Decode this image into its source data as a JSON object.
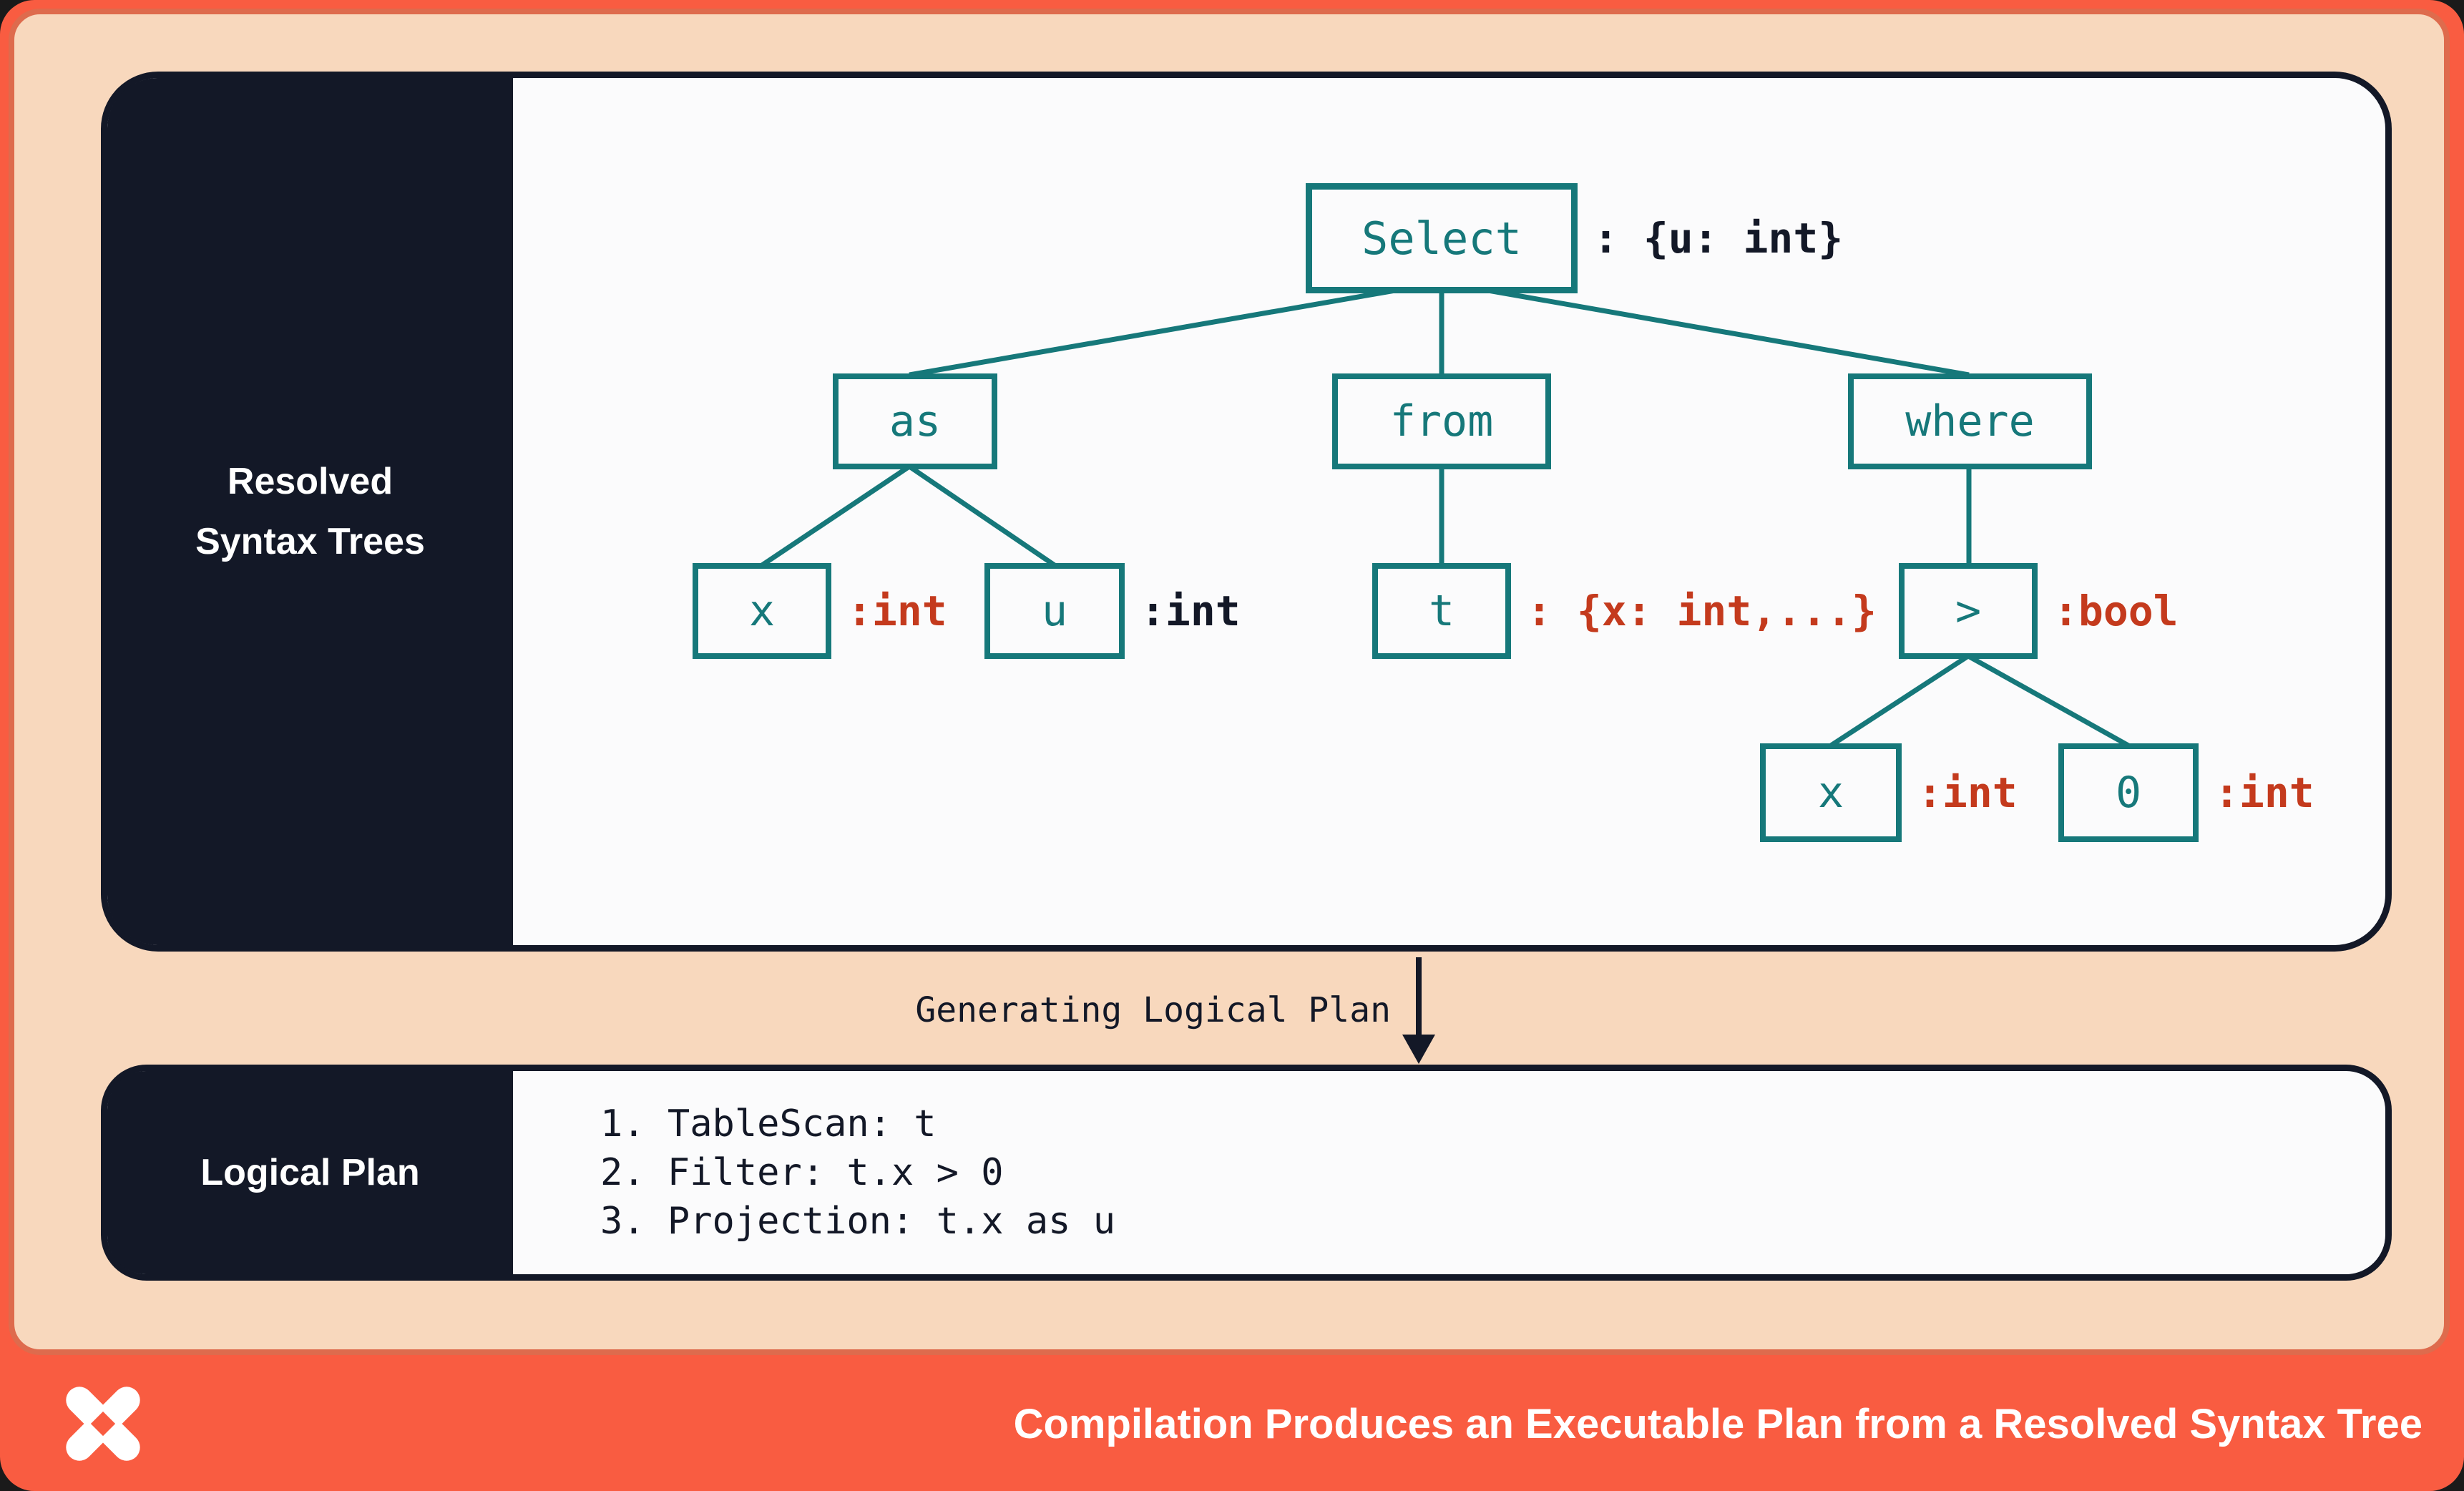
{
  "colors": {
    "background_orange": "#f95c41",
    "frame_border_orange": "#de6b4d",
    "peach": "#f8d8bd",
    "navy": "#131827",
    "panel_white": "#fbfbfc",
    "teal": "#16787a",
    "rust_red": "#c43a1d",
    "white": "#ffffff"
  },
  "panels": {
    "resolved": {
      "label_line1": "Resolved",
      "label_line2": "Syntax Trees"
    },
    "logical": {
      "label": "Logical Plan",
      "steps": [
        "1. TableScan: t",
        "2. Filter: t.x > 0",
        "3. Projection: t.x as u"
      ]
    }
  },
  "tree": {
    "nodes": [
      {
        "label": "Select",
        "annotation": ": {u: int}",
        "annotation_color": "navy"
      },
      {
        "label": "as",
        "annotation": ""
      },
      {
        "label": "from",
        "annotation": ""
      },
      {
        "label": "where",
        "annotation": ""
      },
      {
        "label": "x",
        "annotation": ":int",
        "annotation_color": "red"
      },
      {
        "label": "u",
        "annotation": ":int",
        "annotation_color": "navy"
      },
      {
        "label": "t",
        "annotation": ": {x: int,...}",
        "annotation_color": "red"
      },
      {
        "label": ">",
        "annotation": ":bool",
        "annotation_color": "red"
      },
      {
        "label": "x",
        "annotation": ":int",
        "annotation_color": "red"
      },
      {
        "label": "0",
        "annotation": ":int",
        "annotation_color": "red"
      }
    ]
  },
  "transition": {
    "label": "Generating Logical Plan"
  },
  "footer": {
    "title": "Compilation Produces an Executable Plan from a Resolved Syntax Tree",
    "logo": "dolt-logo"
  }
}
